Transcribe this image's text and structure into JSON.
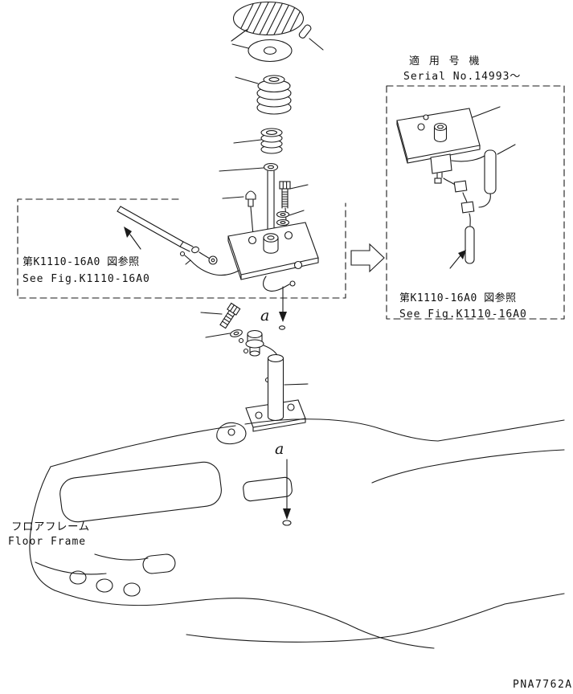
{
  "meta": {
    "background": "#ffffff",
    "line_color": "#1a1a1a"
  },
  "annotations": {
    "applicable_serial": {
      "title_jp": "適 用 号 機",
      "serial": "Serial No.14993～"
    },
    "ref_left": {
      "jp": "第K1110-16A0 図参照",
      "en": "See Fig.K1110-16A0"
    },
    "ref_right": {
      "jp": "第K1110-16A0 図参照",
      "en": "See Fig.K1110-16A0"
    },
    "floor_frame": {
      "jp": "フロアフレーム",
      "en": "Floor Frame"
    },
    "point_a_upper": "a",
    "point_a_lower": "a",
    "drawing_code": "PNA7762A"
  }
}
